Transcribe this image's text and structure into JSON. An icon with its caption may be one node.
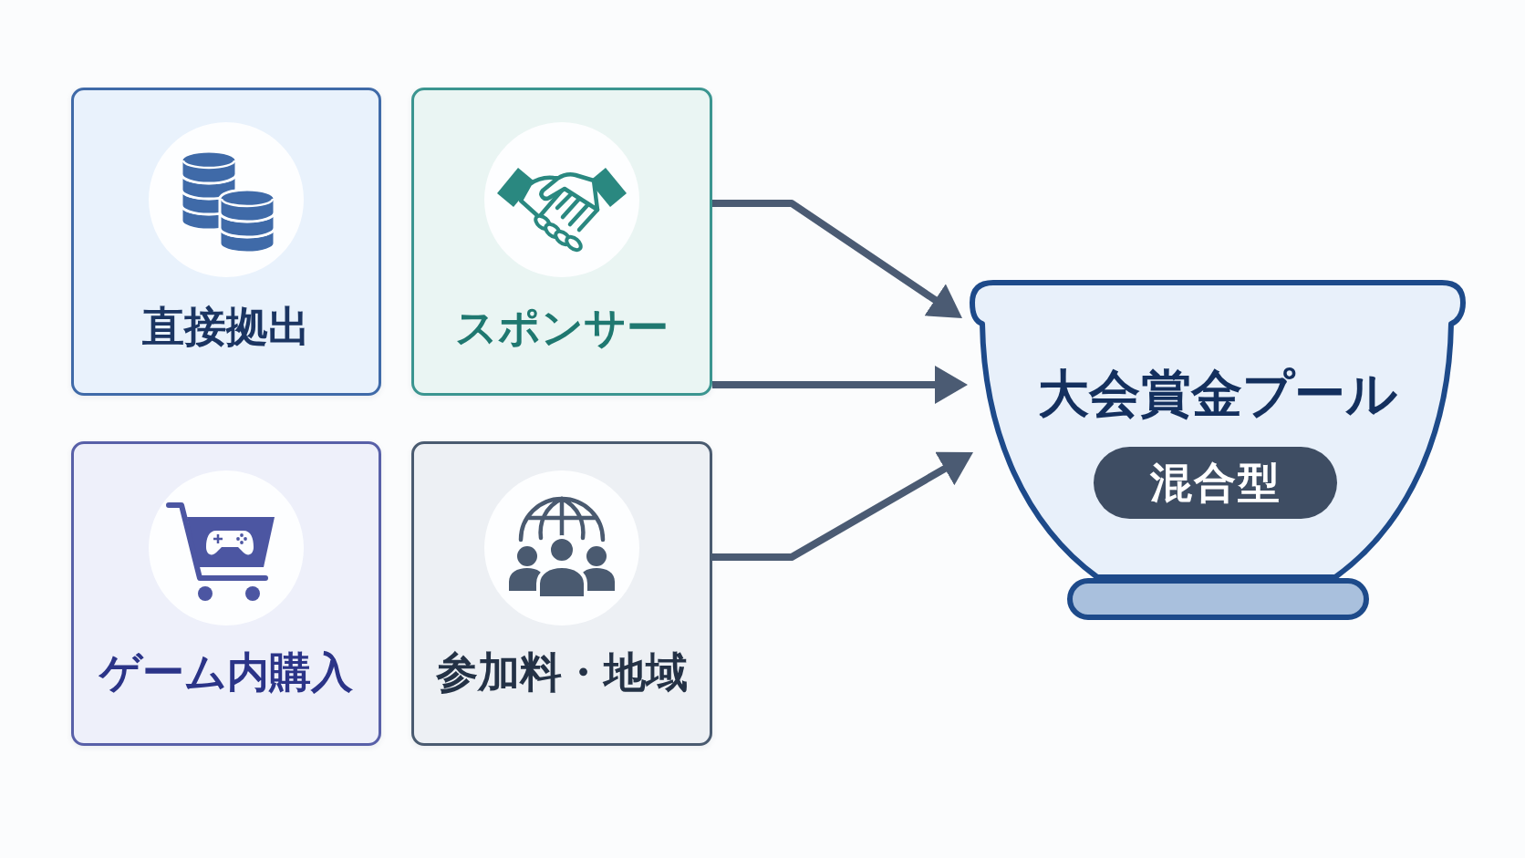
{
  "diagram": {
    "nodes": [
      {
        "text": [
          "直接拠出"
        ]
      },
      {
        "text": [
          "スポンサー"
        ]
      },
      {
        "text": [
          "ゲーム内購入"
        ]
      },
      {
        "text": [
          "参加料・地域"
        ]
      },
      {
        "text": [
          "大会賞金プール"
        ]
      },
      {
        "text": [
          "混合型"
        ],
        "in": 4
      }
    ],
    "edges": [
      {
        "from": 1,
        "to": 4,
        "arrow": "to"
      },
      {
        "from": 1,
        "to": 4,
        "arrow": "to"
      },
      {
        "from": 3,
        "to": 4,
        "arrow": "to"
      }
    ]
  }
}
